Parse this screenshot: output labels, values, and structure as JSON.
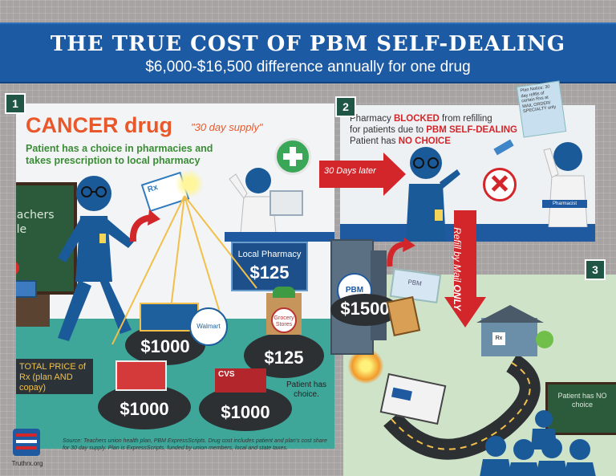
{
  "header": {
    "title": "THE TRUE COST OF PBM SELF-DEALING",
    "subtitle": "$6,000-$16,500 difference annually for one drug"
  },
  "panel1": {
    "number": "1",
    "heading": "CANCER drug",
    "supply": "\"30 day supply\"",
    "description": "Patient has a choice in pharmacies and takes prescription to local pharmacy",
    "rx_label": "Rx",
    "chalkboard": "Teachers rule",
    "local_pharmacy_label": "Local Pharmacy",
    "local_pharmacy_price": "$125",
    "total_price_label": "TOTAL PRICE of Rx (plan AND copay)",
    "walmart_label": "Walmart",
    "walmart_price": "$1000",
    "grocery_label": "Grocery Stores",
    "grocery_price": "$125",
    "walgreens_price": "$1000",
    "cvs_label": "CVS",
    "cvs_price": "$1000",
    "patient_choice": "Patient has choice."
  },
  "panel2": {
    "number": "2",
    "line1": "Pharmacy ",
    "line1_bold": "BLOCKED",
    "line1_end": " from refilling",
    "line2": "for patients due to ",
    "line2_bold": "PBM SELF-DEALING",
    "line3": "Patient has ",
    "line3_bold": "NO CHOICE",
    "days_later": "30 Days later",
    "plan_notice": "Plan Notice: 30 day refills of certain Rxs at MAIL ORDER/ SPECIALTY only",
    "pharmacist_tag": "Pharmacist"
  },
  "panel3": {
    "number": "3",
    "refill_by_mail": "Refill by Mail ",
    "refill_only": "ONLY",
    "pbm_label": "PBM",
    "pbm_price": "$1500",
    "card_label": "PBM",
    "home_rx": "Rx",
    "no_choice": "Patient has NO choice"
  },
  "footer": {
    "source": "Source: Teachers union health plan, PBM ExpressScripts. Drug cost includes patient and plan's cost share for 30 day supply. Plan is ExpressScripts, funded by union members, local and state taxes.",
    "logo": "Truthrx.org"
  }
}
